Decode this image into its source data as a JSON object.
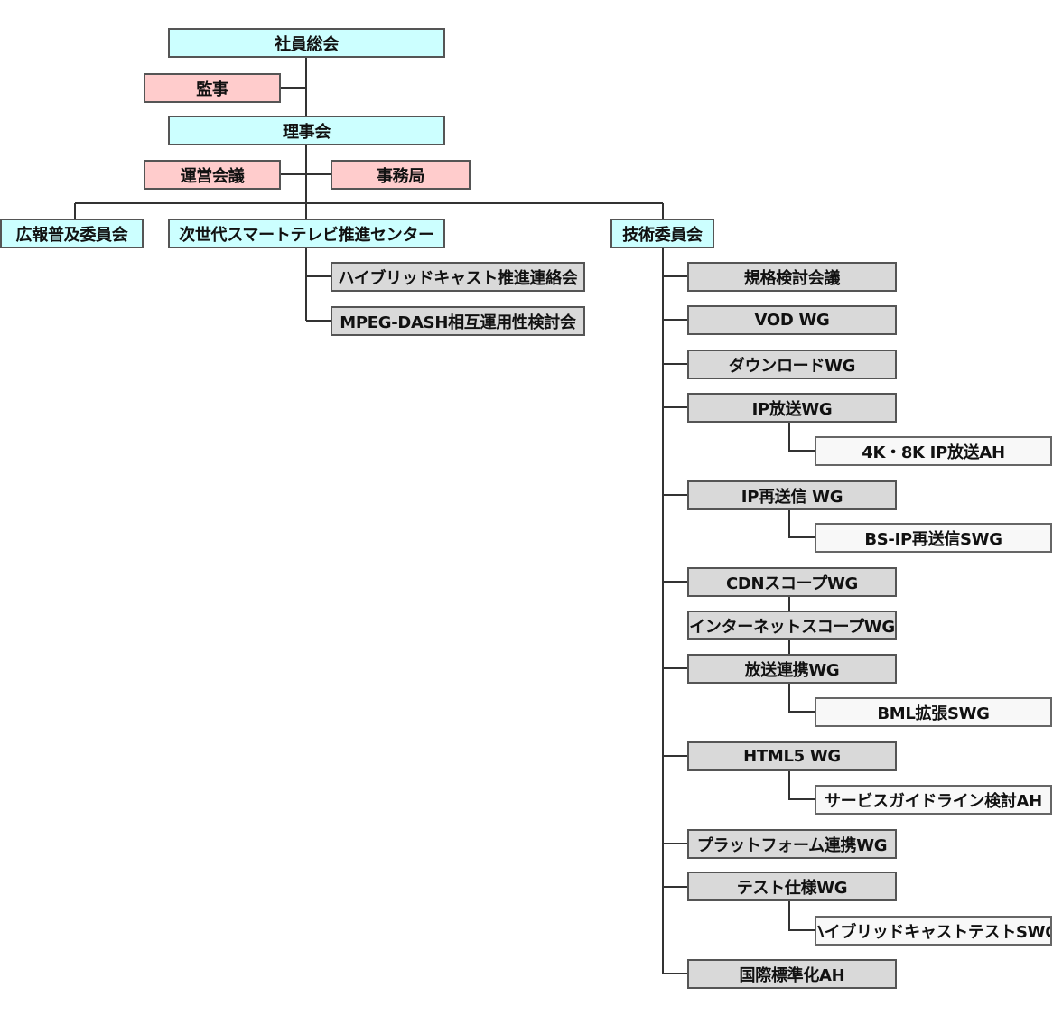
{
  "org": {
    "general_meeting": "社員総会",
    "auditor": "監事",
    "board": "理事会",
    "operations_council": "運営会議",
    "secretariat": "事務局",
    "pr_committee": "広報普及委員会",
    "smart_tv_center": "次世代スマートテレビ推進センター",
    "tech_committee": "技術委員会",
    "center_groups": [
      "ハイブリッドキャスト推進連絡会",
      "MPEG-DASH相互運用性検討会"
    ],
    "tech_groups": [
      "規格検討会議",
      "VOD WG",
      "ダウンロードWG",
      "IP放送WG",
      "4K・8K IP放送AH",
      "IP再送信 WG",
      "BS-IP再送信SWG",
      "CDNスコープWG",
      "インターネットスコープWG",
      "放送連携WG",
      "BML拡張SWG",
      "HTML5 WG",
      "サービスガイドライン検討AH",
      "プラットフォーム連携WG",
      "テスト仕様WG",
      "ハイブリッドキャストテストSWG",
      "国際標準化AH"
    ]
  },
  "colors": {
    "top_level": "#ccffff",
    "support": "#ffcccc",
    "working_group": "#d9d9d9",
    "sub_group": "#f8f8f8",
    "line": "#333333"
  }
}
